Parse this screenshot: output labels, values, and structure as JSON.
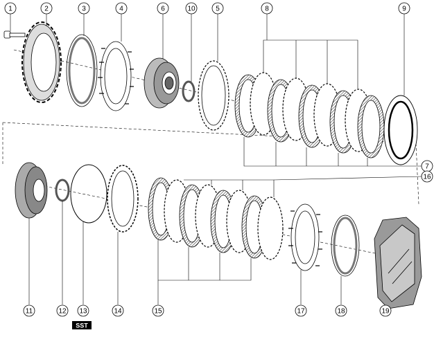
{
  "callouts": {
    "c1": "1",
    "c2": "2",
    "c3": "3",
    "c4": "4",
    "c5": "5",
    "c6": "6",
    "c7": "7",
    "c8": "8",
    "c9": "9",
    "c10": "10",
    "c11": "11",
    "c12": "12",
    "c13": "13",
    "c14": "14",
    "c15": "15",
    "c16": "16",
    "c17": "17",
    "c18": "18",
    "c19": "19"
  },
  "sst_label": "SST",
  "colors": {
    "line": "#000000",
    "fill": "#ffffff",
    "shade": "#6f6f6f",
    "dark": "#333333"
  }
}
